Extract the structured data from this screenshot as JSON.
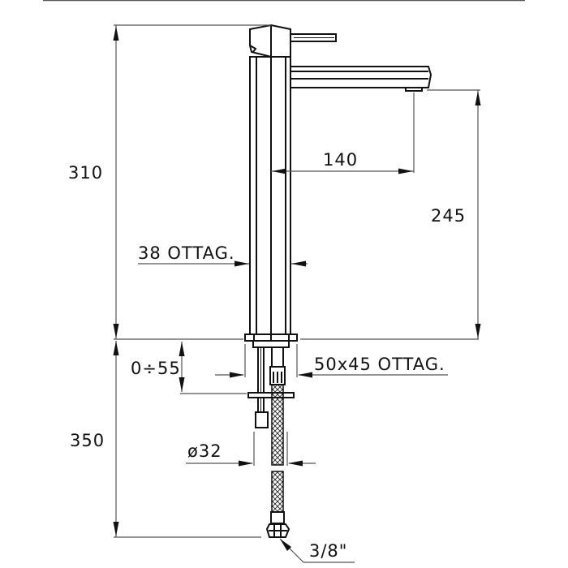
{
  "drawing": {
    "subject": "Tall single-lever basin mixer — dimension drawing",
    "units": "mm",
    "stroke_color": "#111111",
    "background": "#ffffff"
  },
  "dimensions": {
    "total_height": "310",
    "spout_reach": "140",
    "spout_height": "245",
    "body_size": "38 OTTAG.",
    "deck_thickness": "0÷55",
    "base_size": "50x45 OTTAG.",
    "below_deck_length": "350",
    "hole_diameter": "ø32",
    "connection_thread": "3/8\""
  }
}
